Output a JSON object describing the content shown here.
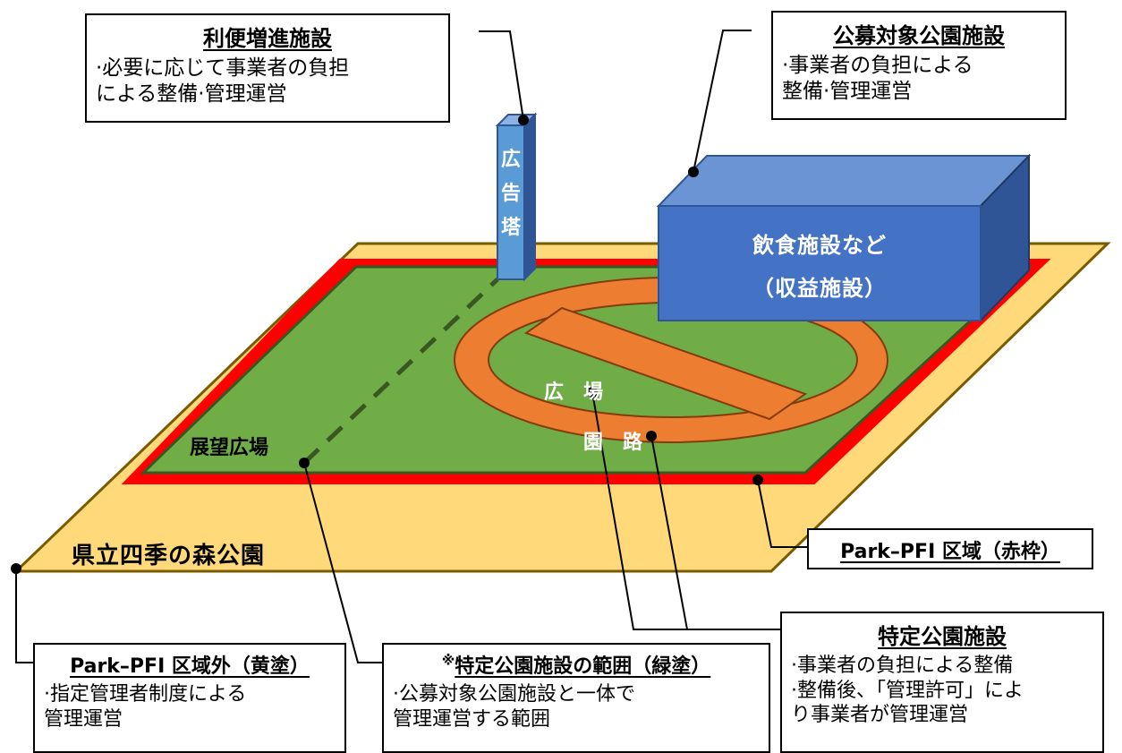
{
  "diagram": {
    "park_name": "県立四季の森公園",
    "viewing_plaza": "展望広場",
    "plaza": "広　場",
    "path": "園　路",
    "ad_tower": [
      "広",
      "告",
      "塔"
    ],
    "restaurant": {
      "line1": "飲食施設など",
      "line2": "（収益施設）"
    }
  },
  "callouts": {
    "convenience": {
      "title": "利便増進施設",
      "lines": [
        "·必要に応じて事業者の負担",
        "による整備·管理運営"
      ]
    },
    "public_offering": {
      "title": "公募対象公園施設",
      "lines": [
        "·事業者の負担による",
        "整備·管理運営"
      ]
    },
    "pfi_zone": {
      "title": "Park–PFI 区域（赤枠）"
    },
    "outside_zone": {
      "title": "Park–PFI 区域外（黄塗）",
      "lines": [
        "·指定管理者制度による",
        "管理運営"
      ]
    },
    "specific_range": {
      "mark": "※",
      "title": "特定公園施設の範囲（緑塗）",
      "lines": [
        "·公募対象公園施設と一体で",
        "管理運営する範囲"
      ]
    },
    "specific": {
      "title": "特定公園施設",
      "lines": [
        "·事業者の負担による整備",
        "·整備後、「管理許可」によ",
        "り事業者が管理運営"
      ]
    }
  },
  "colors": {
    "outside_fill": "#ffd97a",
    "pfi_border": "#ff0000",
    "green_fill": "#70ad47",
    "path_orange": "#ed7d31",
    "building_blue": "#4472c4"
  }
}
